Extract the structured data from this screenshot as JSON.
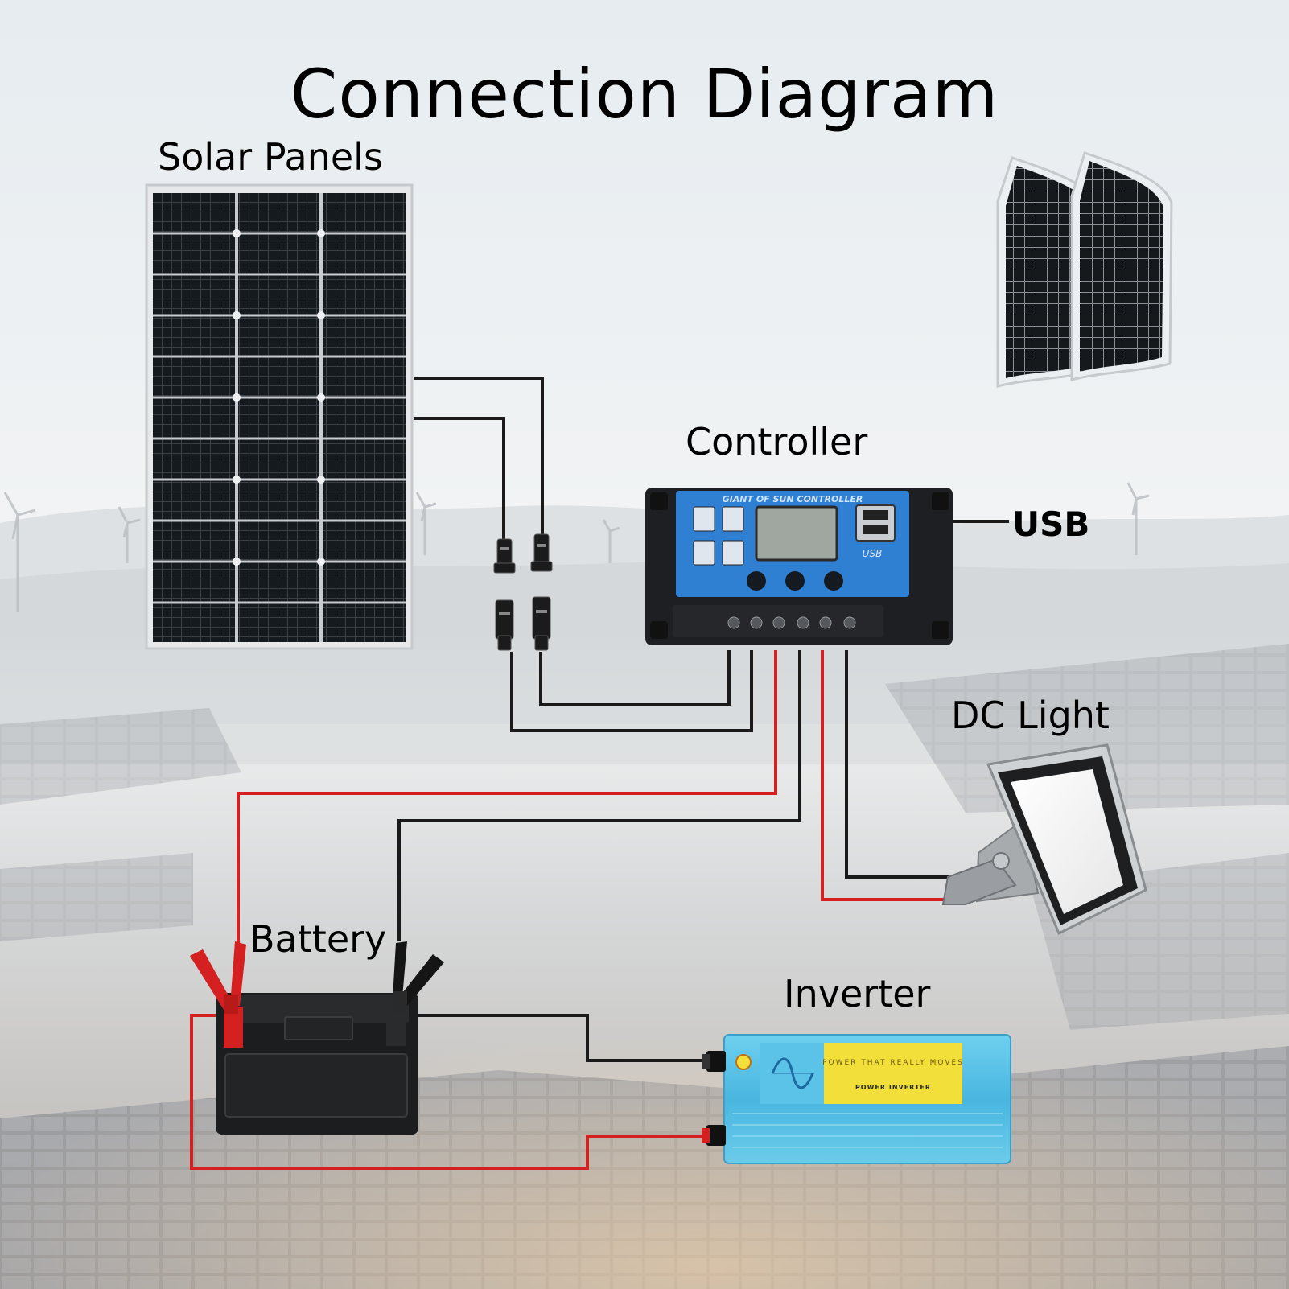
{
  "title": "Connection Diagram",
  "labels": {
    "solar_panels": "Solar Panels",
    "controller": "Controller",
    "usb": "USB",
    "dc_light": "DC Light",
    "battery": "Battery",
    "inverter": "Inverter"
  },
  "controller_device": {
    "brand_text": "GIANT OF SUN CONTROLLER",
    "usb_text": "USB"
  },
  "inverter_device": {
    "slogan": "POWER THAT REALLY MOVES",
    "model_text": "POWER INVERTER"
  },
  "colors": {
    "wire_positive": "#d42020",
    "wire_negative": "#1a1a1a",
    "panel_cell": "#101214",
    "controller_face": "#2f7fd2",
    "inverter_body": "#5cc3e8",
    "inverter_label": "#f2df3a"
  }
}
